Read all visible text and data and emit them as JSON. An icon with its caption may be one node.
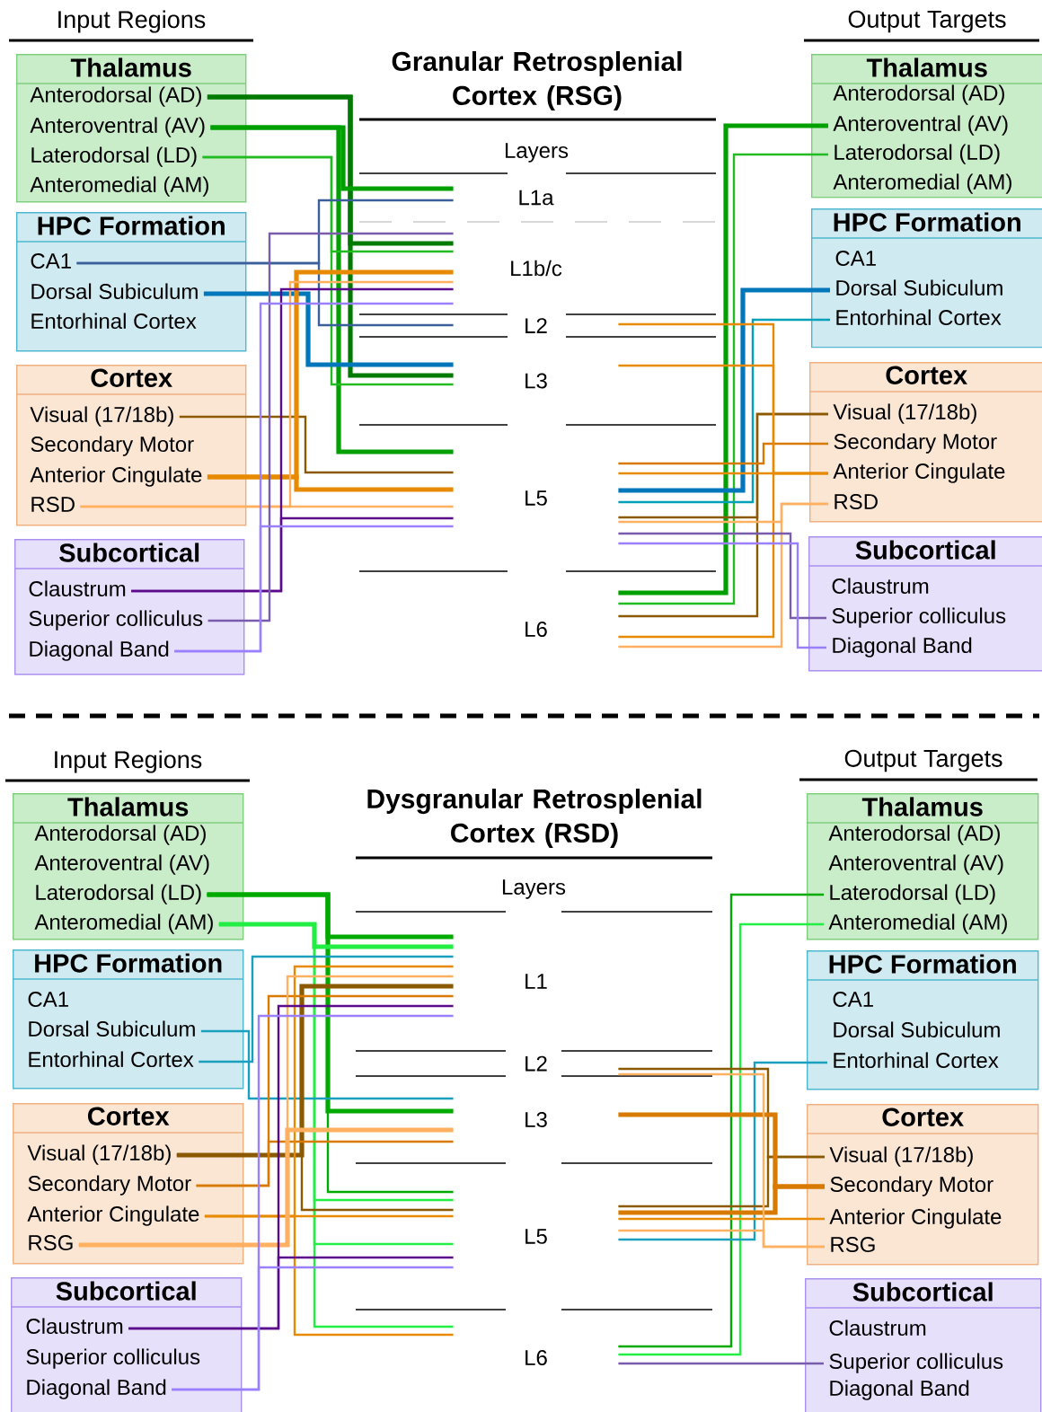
{
  "diagram": {
    "nodes": [
      {
        "text": [
          "Thalamus"
        ]
      },
      {
        "text": [
          "Anterodorsal (AD)"
        ],
        "in": 0
      },
      {
        "text": [
          "Anteroventral (AV)"
        ],
        "in": 0
      },
      {
        "text": [
          "Laterodorsal (LD)"
        ],
        "in": 0
      },
      {
        "text": [
          "Anteromedial (AM)"
        ],
        "in": 0
      },
      {
        "text": [
          "HPC Formation"
        ]
      },
      {
        "text": [
          "CA1"
        ],
        "in": 5
      },
      {
        "text": [
          "Dorsal Subiculum"
        ],
        "in": 5
      },
      {
        "text": [
          "Entorhinal Cortex"
        ],
        "in": 5
      },
      {
        "text": [
          "Cortex"
        ]
      },
      {
        "text": [
          "Visual (17/18b)"
        ],
        "in": 9
      },
      {
        "text": [
          "Secondary Motor"
        ],
        "in": 9
      },
      {
        "text": [
          "Anterior Cingulate"
        ],
        "in": 9
      },
      {
        "text": [
          "RSD"
        ],
        "in": 9
      },
      {
        "text": [
          "Subcortical"
        ]
      },
      {
        "text": [
          "Claustrum"
        ],
        "in": 14
      },
      {
        "text": [
          "Superior colliculus"
        ],
        "in": 14
      },
      {
        "text": [
          "Diagonal Band"
        ],
        "in": 14
      },
      {
        "text": [
          "L1a"
        ]
      },
      {
        "text": [
          "L1b/c"
        ]
      },
      {
        "text": [
          "L2"
        ]
      },
      {
        "text": [
          "L3"
        ]
      },
      {
        "text": [
          "L5"
        ]
      },
      {
        "text": [
          "L6"
        ]
      },
      {
        "text": [
          "Thalamus"
        ]
      },
      {
        "text": [
          "Anterodorsal (AD)"
        ],
        "in": 24
      },
      {
        "text": [
          "Anteroventral (AV)"
        ],
        "in": 24
      },
      {
        "text": [
          "Laterodorsal (LD)"
        ],
        "in": 24
      },
      {
        "text": [
          "Anteromedial (AM)"
        ],
        "in": 24
      },
      {
        "text": [
          "HPC Formation"
        ]
      },
      {
        "text": [
          "CA1"
        ],
        "in": 29
      },
      {
        "text": [
          "Dorsal Subiculum"
        ],
        "in": 29
      },
      {
        "text": [
          "Entorhinal Cortex"
        ],
        "in": 29
      },
      {
        "text": [
          "Cortex"
        ]
      },
      {
        "text": [
          "Visual (17/18b)"
        ],
        "in": 33
      },
      {
        "text": [
          "Secondary Motor"
        ],
        "in": 33
      },
      {
        "text": [
          "Anterior Cingulate"
        ],
        "in": 33
      },
      {
        "text": [
          "RSD"
        ],
        "in": 33
      },
      {
        "text": [
          "Subcortical"
        ]
      },
      {
        "text": [
          "Claustrum"
        ],
        "in": 38
      },
      {
        "text": [
          "Superior colliculus"
        ],
        "in": 38
      },
      {
        "text": [
          "Diagonal Band"
        ],
        "in": 38
      },
      {
        "text": [
          "Thalamus"
        ]
      },
      {
        "text": [
          "Anterodorsal (AD)"
        ],
        "in": 42
      },
      {
        "text": [
          "Anteroventral (AV)"
        ],
        "in": 42
      },
      {
        "text": [
          "Laterodorsal (LD)"
        ],
        "in": 42
      },
      {
        "text": [
          "Anteromedial (AM)"
        ],
        "in": 42
      },
      {
        "text": [
          "HPC Formation"
        ]
      },
      {
        "text": [
          "CA1"
        ],
        "in": 47
      },
      {
        "text": [
          "Dorsal Subiculum"
        ],
        "in": 47
      },
      {
        "text": [
          "Entorhinal Cortex"
        ],
        "in": 47
      },
      {
        "text": [
          "Cortex"
        ]
      },
      {
        "text": [
          "Visual (17/18b)"
        ],
        "in": 51
      },
      {
        "text": [
          "Secondary Motor"
        ],
        "in": 51
      },
      {
        "text": [
          "Anterior Cingulate"
        ],
        "in": 51
      },
      {
        "text": [
          "RSG"
        ],
        "in": 51
      },
      {
        "text": [
          "Subcortical"
        ]
      },
      {
        "text": [
          "Claustrum"
        ],
        "in": 56
      },
      {
        "text": [
          "Superior colliculus"
        ],
        "in": 56
      },
      {
        "text": [
          "Diagonal Band"
        ],
        "in": 56
      },
      {
        "text": [
          "L1"
        ]
      },
      {
        "text": [
          "L2"
        ]
      },
      {
        "text": [
          "L3"
        ]
      },
      {
        "text": [
          "L5"
        ]
      },
      {
        "text": [
          "L6"
        ]
      },
      {
        "text": [
          "Thalamus"
        ]
      },
      {
        "text": [
          "Anterodorsal (AD)"
        ],
        "in": 65
      },
      {
        "text": [
          "Anteroventral (AV)"
        ],
        "in": 65
      },
      {
        "text": [
          "Laterodorsal (LD)"
        ],
        "in": 65
      },
      {
        "text": [
          "Anteromedial (AM)"
        ],
        "in": 65
      },
      {
        "text": [
          "HPC Formation"
        ]
      },
      {
        "text": [
          "CA1"
        ],
        "in": 70
      },
      {
        "text": [
          "Dorsal Subiculum"
        ],
        "in": 70
      },
      {
        "text": [
          "Entorhinal Cortex"
        ],
        "in": 70
      },
      {
        "text": [
          "Cortex"
        ]
      },
      {
        "text": [
          "Visual (17/18b)"
        ],
        "in": 74
      },
      {
        "text": [
          "Secondary Motor"
        ],
        "in": 74
      },
      {
        "text": [
          "Anterior Cingulate"
        ],
        "in": 74
      },
      {
        "text": [
          "RSG"
        ],
        "in": 74
      },
      {
        "text": [
          "Subcortical"
        ]
      },
      {
        "text": [
          "Claustrum"
        ],
        "in": 79
      },
      {
        "text": [
          "Superior colliculus"
        ],
        "in": 79
      },
      {
        "text": [
          "Diagonal Band"
        ],
        "in": 79
      }
    ],
    "edges": [
      {
        "from": 1,
        "to": 19,
        "arrow": "none",
        "style": "thick",
        "color": "#007a00"
      },
      {
        "from": 1,
        "to": 21,
        "arrow": "none",
        "style": "thick",
        "color": "#007a00"
      },
      {
        "from": 2,
        "to": 18,
        "arrow": "none",
        "style": "thick",
        "color": "#00a000"
      },
      {
        "from": 2,
        "to": 22,
        "arrow": "none",
        "style": "thick",
        "color": "#00a000"
      },
      {
        "from": 3,
        "to": 19,
        "arrow": "none",
        "color": "#22bb22"
      },
      {
        "from": 3,
        "to": 21,
        "arrow": "none",
        "color": "#22bb22"
      },
      {
        "from": 6,
        "to": 18,
        "arrow": "none",
        "color": "#3a5f9a"
      },
      {
        "from": 6,
        "to": 20,
        "arrow": "none",
        "color": "#3a5f9a"
      },
      {
        "from": 7,
        "to": 21,
        "arrow": "none",
        "style": "thick",
        "color": "#0077bb"
      },
      {
        "from": 10,
        "to": 22,
        "arrow": "none",
        "color": "#8b5a00"
      },
      {
        "from": 12,
        "to": 19,
        "arrow": "none",
        "style": "thick",
        "color": "#e88a00"
      },
      {
        "from": 12,
        "to": 22,
        "arrow": "none",
        "style": "thick",
        "color": "#e88a00"
      },
      {
        "from": 13,
        "to": 19,
        "arrow": "none",
        "color": "#ffb060"
      },
      {
        "from": 13,
        "to": 22,
        "arrow": "none",
        "color": "#ffb060"
      },
      {
        "from": 15,
        "to": 19,
        "arrow": "none",
        "color": "#5c0a8c"
      },
      {
        "from": 15,
        "to": 22,
        "arrow": "none",
        "color": "#5c0a8c"
      },
      {
        "from": 16,
        "to": 19,
        "arrow": "none",
        "color": "#7a5cad"
      },
      {
        "from": 17,
        "to": 19,
        "arrow": "none",
        "color": "#9a80ff"
      },
      {
        "from": 17,
        "to": 22,
        "arrow": "none",
        "color": "#9a80ff"
      },
      {
        "from": 23,
        "to": 26,
        "arrow": "none",
        "style": "thick",
        "color": "#00a000"
      },
      {
        "from": 23,
        "to": 27,
        "arrow": "none",
        "color": "#22bb22"
      },
      {
        "from": 22,
        "to": 31,
        "arrow": "none",
        "style": "thick",
        "color": "#0077bb"
      },
      {
        "from": 22,
        "to": 32,
        "arrow": "none",
        "color": "#00a0b8"
      },
      {
        "from": 22,
        "to": 34,
        "arrow": "none",
        "color": "#8b5a00"
      },
      {
        "from": 23,
        "to": 34,
        "arrow": "none",
        "color": "#8b5a00"
      },
      {
        "from": 22,
        "to": 35,
        "arrow": "none",
        "color": "#d97a00"
      },
      {
        "from": 20,
        "to": 36,
        "arrow": "none",
        "color": "#e88a00"
      },
      {
        "from": 21,
        "to": 36,
        "arrow": "none",
        "color": "#e88a00"
      },
      {
        "from": 22,
        "to": 36,
        "arrow": "none",
        "color": "#e88a00"
      },
      {
        "from": 23,
        "to": 36,
        "arrow": "none",
        "color": "#e88a00"
      },
      {
        "from": 22,
        "to": 37,
        "arrow": "none",
        "color": "#ffb060"
      },
      {
        "from": 23,
        "to": 37,
        "arrow": "none",
        "color": "#ffb060"
      },
      {
        "from": 22,
        "to": 40,
        "arrow": "none",
        "color": "#7a5cad"
      },
      {
        "from": 22,
        "to": 41,
        "arrow": "none",
        "color": "#9a80ff"
      },
      {
        "from": 45,
        "to": 60,
        "arrow": "none",
        "style": "thick",
        "color": "#00aa00"
      },
      {
        "from": 45,
        "to": 62,
        "arrow": "none",
        "style": "thick",
        "color": "#00aa00"
      },
      {
        "from": 45,
        "to": 63,
        "arrow": "none",
        "color": "#00aa00"
      },
      {
        "from": 46,
        "to": 60,
        "arrow": "none",
        "style": "thick",
        "color": "#22ee44"
      },
      {
        "from": 46,
        "to": 63,
        "arrow": "none",
        "color": "#22ee44"
      },
      {
        "from": 46,
        "to": 63,
        "arrow": "none",
        "color": "#22ee44"
      },
      {
        "from": 46,
        "to": 64,
        "arrow": "none",
        "color": "#22ee44"
      },
      {
        "from": 49,
        "to": 62,
        "arrow": "none",
        "color": "#1a9fbf"
      },
      {
        "from": 50,
        "to": 60,
        "arrow": "none",
        "color": "#1a9fbf"
      },
      {
        "from": 52,
        "to": 60,
        "arrow": "none",
        "style": "thick",
        "color": "#8b5a00"
      },
      {
        "from": 52,
        "to": 63,
        "arrow": "none",
        "color": "#8b5a00"
      },
      {
        "from": 53,
        "to": 60,
        "arrow": "none",
        "color": "#d97a00"
      },
      {
        "from": 53,
        "to": 62,
        "arrow": "none",
        "color": "#d97a00"
      },
      {
        "from": 54,
        "to": 60,
        "arrow": "none",
        "color": "#e88a00"
      },
      {
        "from": 54,
        "to": 63,
        "arrow": "none",
        "color": "#e88a00"
      },
      {
        "from": 54,
        "to": 64,
        "arrow": "none",
        "color": "#e88a00"
      },
      {
        "from": 55,
        "to": 60,
        "arrow": "none",
        "color": "#ffb060"
      },
      {
        "from": 55,
        "to": 62,
        "arrow": "none",
        "style": "thick",
        "color": "#ffb060"
      },
      {
        "from": 57,
        "to": 60,
        "arrow": "none",
        "color": "#5c0a8c"
      },
      {
        "from": 57,
        "to": 63,
        "arrow": "none",
        "color": "#5c0a8c"
      },
      {
        "from": 59,
        "to": 60,
        "arrow": "none",
        "color": "#9a80ff"
      },
      {
        "from": 59,
        "to": 63,
        "arrow": "none",
        "color": "#9a80ff"
      },
      {
        "from": 64,
        "to": 68,
        "arrow": "none",
        "color": "#00aa00"
      },
      {
        "from": 64,
        "to": 69,
        "arrow": "none",
        "color": "#22ee44"
      },
      {
        "from": 63,
        "to": 73,
        "arrow": "none",
        "color": "#1a9fbf"
      },
      {
        "from": 61,
        "to": 75,
        "arrow": "none",
        "color": "#8b5a00"
      },
      {
        "from": 63,
        "to": 75,
        "arrow": "none",
        "color": "#8b5a00"
      },
      {
        "from": 62,
        "to": 76,
        "arrow": "none",
        "style": "thick",
        "color": "#d97a00"
      },
      {
        "from": 63,
        "to": 76,
        "arrow": "none",
        "style": "thick",
        "color": "#d97a00"
      },
      {
        "from": 63,
        "to": 77,
        "arrow": "none",
        "color": "#e88a00"
      },
      {
        "from": 61,
        "to": 78,
        "arrow": "none",
        "color": "#ffb060"
      },
      {
        "from": 63,
        "to": 78,
        "arrow": "none",
        "color": "#ffb060"
      },
      {
        "from": 64,
        "to": 81,
        "arrow": "none",
        "color": "#7a5cad"
      }
    ],
    "labels": [
      "Input Regions",
      "Granular Retrosplenial Cortex (RSG)",
      "Output Targets",
      "Layers",
      "Input Regions",
      "Dysgranular Retrosplenial Cortex (RSD)",
      "Output Targets",
      "Layers"
    ]
  }
}
